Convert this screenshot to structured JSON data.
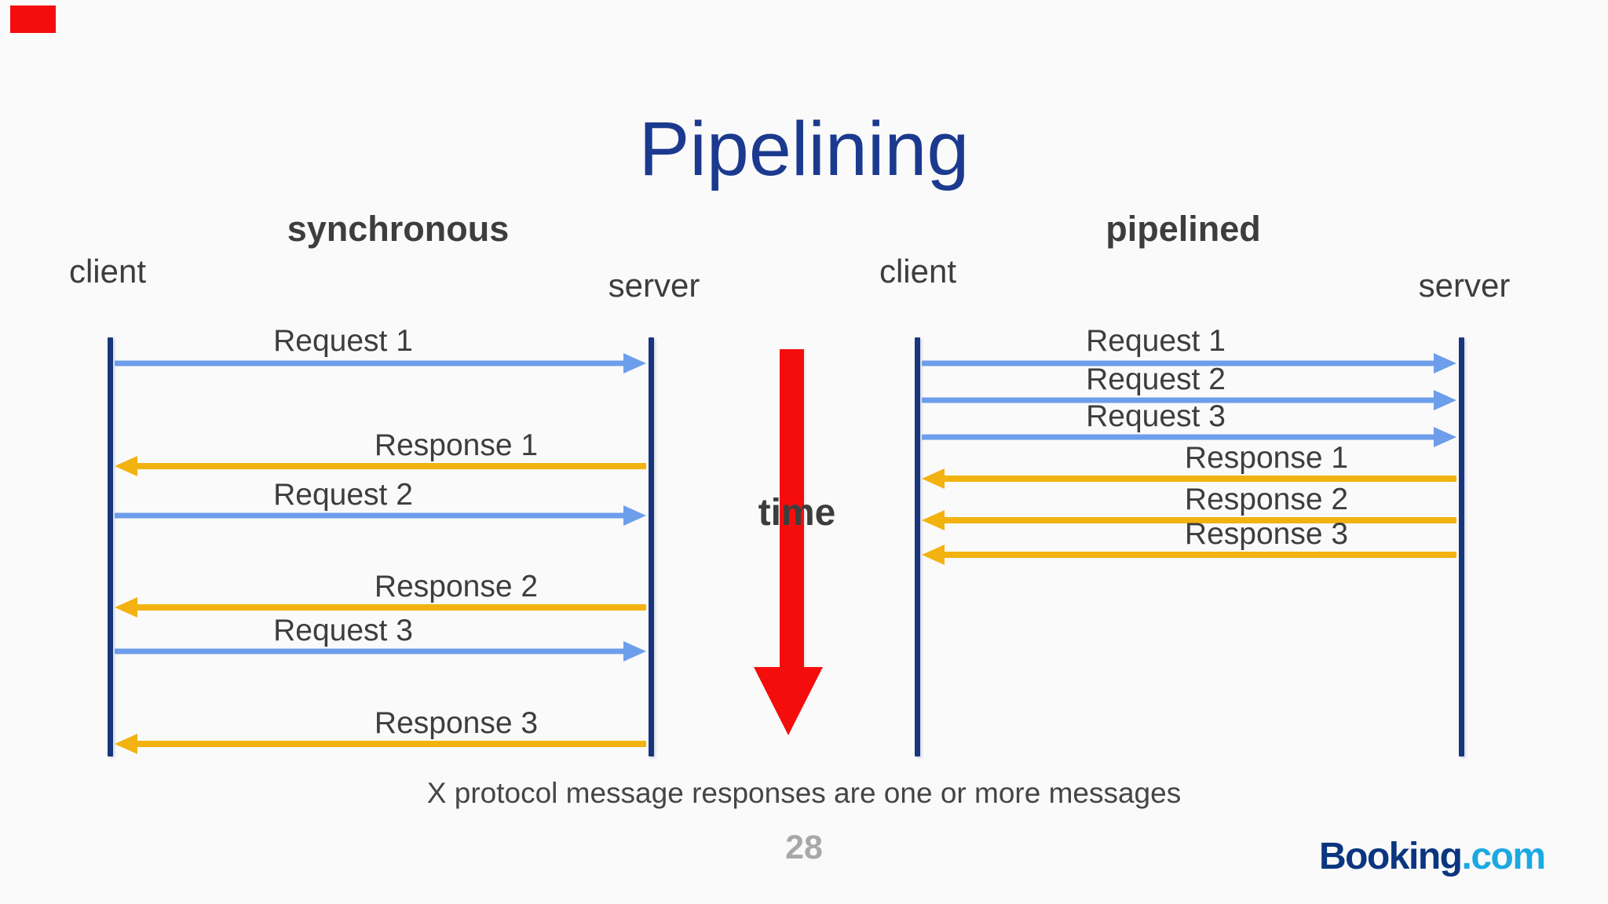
{
  "slide": {
    "title": "Pipelining",
    "caption": "X protocol message responses are one or more messages",
    "page_number": "28"
  },
  "time_axis": {
    "label": "time"
  },
  "logo": {
    "name": "Booking.com",
    "part_navy": "Booking",
    "part_blue": ".com"
  },
  "diagrams": {
    "synchronous": {
      "heading": "synchronous",
      "client_label": "client",
      "server_label": "server",
      "messages": [
        {
          "label": "Request 1",
          "direction": "client-to-server"
        },
        {
          "label": "Response 1",
          "direction": "server-to-client"
        },
        {
          "label": "Request 2",
          "direction": "client-to-server"
        },
        {
          "label": "Response 2",
          "direction": "server-to-client"
        },
        {
          "label": "Request 3",
          "direction": "client-to-server"
        },
        {
          "label": "Response 3",
          "direction": "server-to-client"
        }
      ]
    },
    "pipelined": {
      "heading": "pipelined",
      "client_label": "client",
      "server_label": "server",
      "messages": [
        {
          "label": "Request 1",
          "direction": "client-to-server"
        },
        {
          "label": "Request 2",
          "direction": "client-to-server"
        },
        {
          "label": "Request 3",
          "direction": "client-to-server"
        },
        {
          "label": "Response 1",
          "direction": "server-to-client"
        },
        {
          "label": "Response 2",
          "direction": "server-to-client"
        },
        {
          "label": "Response 3",
          "direction": "server-to-client"
        }
      ]
    }
  },
  "colors": {
    "slide_bg": "#fafafa",
    "title_navy": "#1b3a8f",
    "lifeline_navy": "#17367d",
    "request_blue": "#6d9eeb",
    "response_gold": "#f2b310",
    "time_red": "#f50d0d",
    "label_gray": "#3d3d3d",
    "caption_gray": "#454545",
    "page_gray": "#a8a8a8",
    "booking_navy": "#0a357f",
    "booking_blue": "#1ba9e1"
  }
}
